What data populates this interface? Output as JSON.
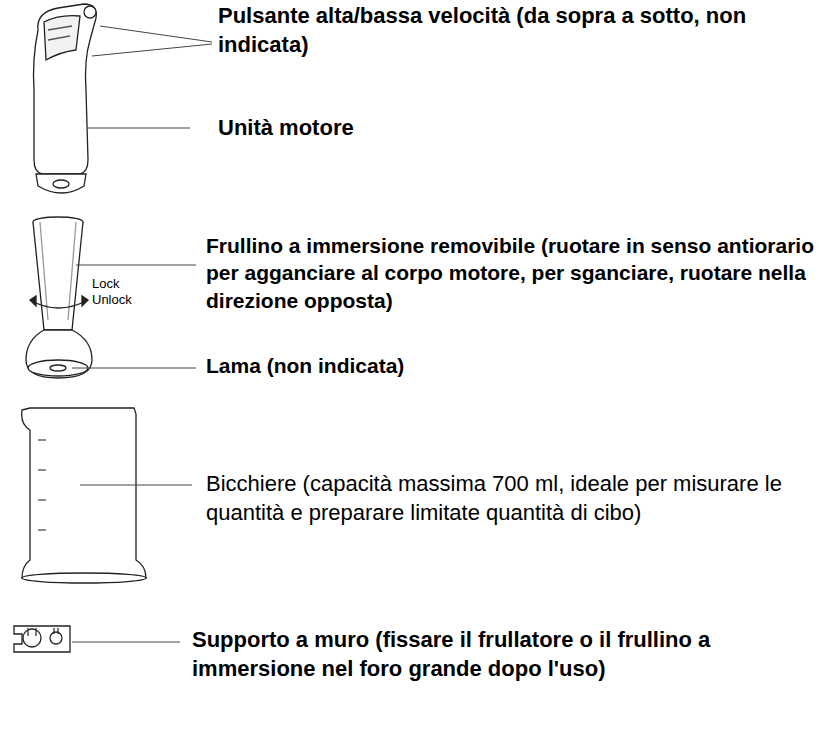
{
  "diagram": {
    "labels": [
      "Pulsante alta/bassa velocità (da sopra a sotto, non indicata)",
      "Unità motore",
      "Frullino a immersione removibile (ruotare in senso antiorario per agganciare al corpo motore, per sganciare, ruotare nella direzione opposta)",
      "Lama (non indicata)",
      "Bicchiere (capacità massima 700 ml, ideale per misurare le quantità e preparare limitate quantità di cibo)",
      "Supporto a muro (fissare il frullatore o il frullino a immersione nel foro grande dopo l'uso)",
      "Lock",
      "Unlock"
    ]
  }
}
